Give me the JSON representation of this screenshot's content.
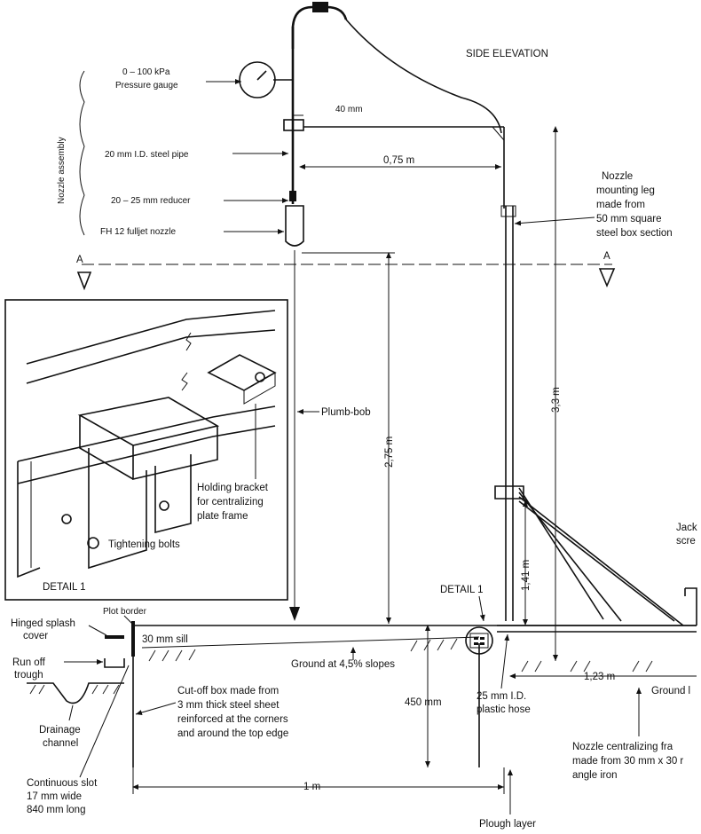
{
  "title": "SIDE ELEVATION",
  "nozzle_assembly": {
    "group_label": "Nozzle assembly",
    "gauge_range": "0 – 100 kPa",
    "gauge_name": "Pressure gauge",
    "pipe": "20 mm I.D. steel pipe",
    "reducer": "20 – 25 mm reducer",
    "nozzle": "FH 12 fulljet nozzle"
  },
  "dimensions": {
    "arm_offset": "40 mm",
    "arm_length": "0,75 m",
    "mast_height": "3,3 m",
    "drop_height": "2,75 m",
    "frame_height": "1,41 m",
    "frame_base": "1,23 m",
    "box_depth": "450 mm",
    "box_length": "1 m"
  },
  "section_marks": {
    "left": "A",
    "right": "A"
  },
  "mounting_leg": {
    "line1": "Nozzle",
    "line2": "mounting leg",
    "line3": "made from",
    "line4": "50 mm square",
    "line5": "steel box section"
  },
  "detail": {
    "title": "DETAIL 1",
    "bracket_line1": "Holding bracket",
    "bracket_line2": "for centralizing",
    "bracket_line3": "plate frame",
    "bolts": "Tightening bolts"
  },
  "labels": {
    "plumb_bob": "Plumb-bob",
    "detail_ref": "DETAIL 1",
    "plot_border": "Plot border",
    "splash_line1": "Hinged splash",
    "splash_line2": "cover",
    "sill": "30 mm sill",
    "runoff_line1": "Run off",
    "runoff_line2": "trough",
    "ground_slope": "Ground at 4,5% slopes",
    "drainage_line1": "Drainage",
    "drainage_line2": "channel",
    "cutoff_line1": "Cut-off box made from",
    "cutoff_line2": "3 mm thick steel sheet",
    "cutoff_line3": "reinforced at the corners",
    "cutoff_line4": "and around the top edge",
    "hose_line1": "25 mm I.D.",
    "hose_line2": "plastic hose",
    "ground_level": "Ground l",
    "jack_line1": "Jack",
    "jack_line2": "scre",
    "frame_line1": "Nozzle centralizing fra",
    "frame_line2": "made from 30 mm x 30 r",
    "frame_line3": "angle iron",
    "slot_line1": "Continuous slot",
    "slot_line2": "17 mm wide",
    "slot_line3": "840 mm long",
    "plough": "Plough layer"
  }
}
